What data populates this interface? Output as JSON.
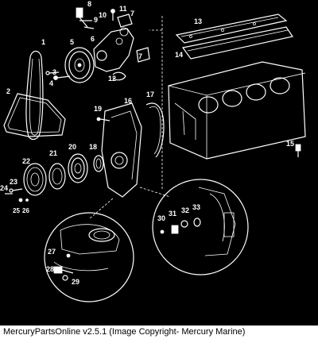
{
  "caption": "MercuryPartsOnline v2.5.1 (Image Copyright- Mercury Marine)",
  "callouts": {
    "c1": "1",
    "c2": "2",
    "c3": "3",
    "c4": "4",
    "c5": "5",
    "c6": "6",
    "c7": "7",
    "c8": "8",
    "c9": "9",
    "c10": "10",
    "c11": "11",
    "c12": "12",
    "c13": "13",
    "c14": "14",
    "c15": "15",
    "c16": "16",
    "c17": "17",
    "c18": "18",
    "c19": "19",
    "c20": "20",
    "c21": "21",
    "c22": "22",
    "c23": "23",
    "c24": "24",
    "c25": "25",
    "c26": "26",
    "c27": "27",
    "c28": "28",
    "c29": "29",
    "c30": "30",
    "c31": "31",
    "c32": "32",
    "c33": "33"
  }
}
